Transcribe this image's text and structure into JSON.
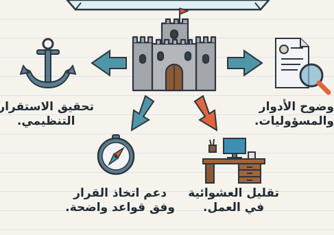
{
  "center": {
    "icon": "castle-icon"
  },
  "branches": [
    {
      "id": "stability",
      "icon": "anchor-icon",
      "lines": [
        "تحقيق الاستقرار",
        "التنظيمي."
      ]
    },
    {
      "id": "roles",
      "icon": "document-magnifier-icon",
      "lines": [
        "وضوح الأدوار",
        "والمسؤوليات."
      ]
    },
    {
      "id": "decisions",
      "icon": "compass-icon",
      "lines": [
        "دعم اتخاذ القرار",
        "وفق قواعد واضحة."
      ]
    },
    {
      "id": "randomness",
      "icon": "desk-computer-icon",
      "lines": [
        "تقليل العشوائية",
        "في العمل."
      ]
    }
  ],
  "colors": {
    "teal": "#4f97a8",
    "orange": "#e1653c",
    "ink": "#2c3540",
    "stone": "#a3a6aa"
  }
}
